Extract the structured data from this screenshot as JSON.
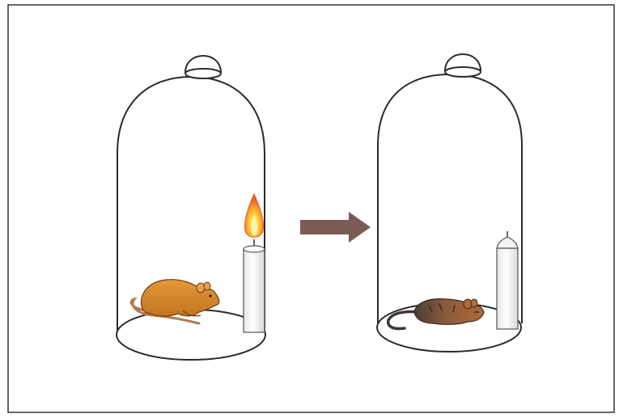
{
  "figure": {
    "panels": [
      {
        "state": "before",
        "candle": "lit",
        "mouse": "alive"
      },
      {
        "state": "after",
        "candle": "extinguished",
        "mouse": "dead"
      }
    ],
    "arrow": {
      "direction": "right"
    }
  },
  "colors": {
    "frame": "#333333",
    "jar_outline": "#2b2b2b",
    "mouse_alive": "#d98b2b",
    "mouse_dead_light": "#a36a3c",
    "mouse_dead_dark": "#4a3d36",
    "candle": "#f4f4f4",
    "flame_outer": "#f0612a",
    "flame_inner": "#ffd23a",
    "arrow": "#7a5c55"
  },
  "icons": [
    "bell-jar-icon",
    "mouse-icon",
    "candle-icon",
    "flame-icon",
    "arrow-right-icon"
  ]
}
